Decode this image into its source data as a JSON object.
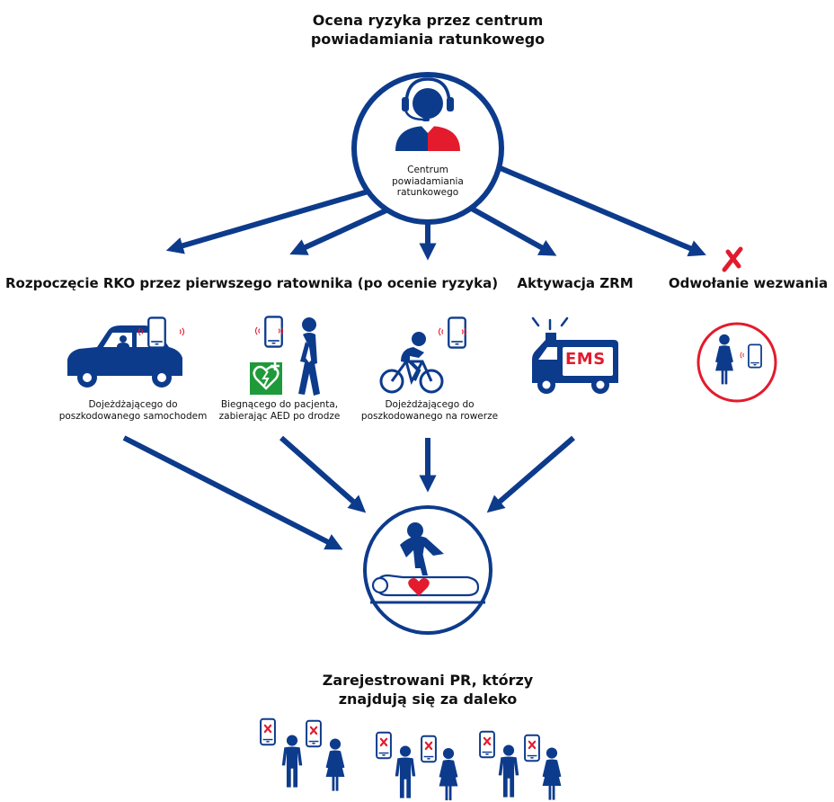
{
  "title": "Ocena ryzyka przez centrum\npowiadamiania ratunkowego",
  "dispatch_center": {
    "label": "Centrum\npowiadamiania\nratunkowego",
    "icon": "dispatcher-headset-icon"
  },
  "branches": {
    "cpr": "Rozpoczęcie RKO przez pierwszego ratownika (po ocenie ryzyka)",
    "ems": "Aktywacja ZRM",
    "cancel": "Odwołanie wezwania"
  },
  "responders": [
    {
      "label": "Dojeżdżającego do\nposzkodowanego samochodem",
      "icon": "car-icon"
    },
    {
      "label": "Biegnącego do pacjenta,\nzabierając AED po drodze",
      "icon": "walking-person-aed-icon"
    },
    {
      "label": "Dojeżdżającego do\nposzkodowanego na rowerze",
      "icon": "bicycle-icon"
    }
  ],
  "ambulance_text": "EMS",
  "far_responders_title": "Zarejestrowani PR, którzy\nznajdują się za daleko",
  "colors": {
    "navy": "#0d3b8c",
    "red": "#e31b2d",
    "aed_green": "#1f9a3a"
  }
}
